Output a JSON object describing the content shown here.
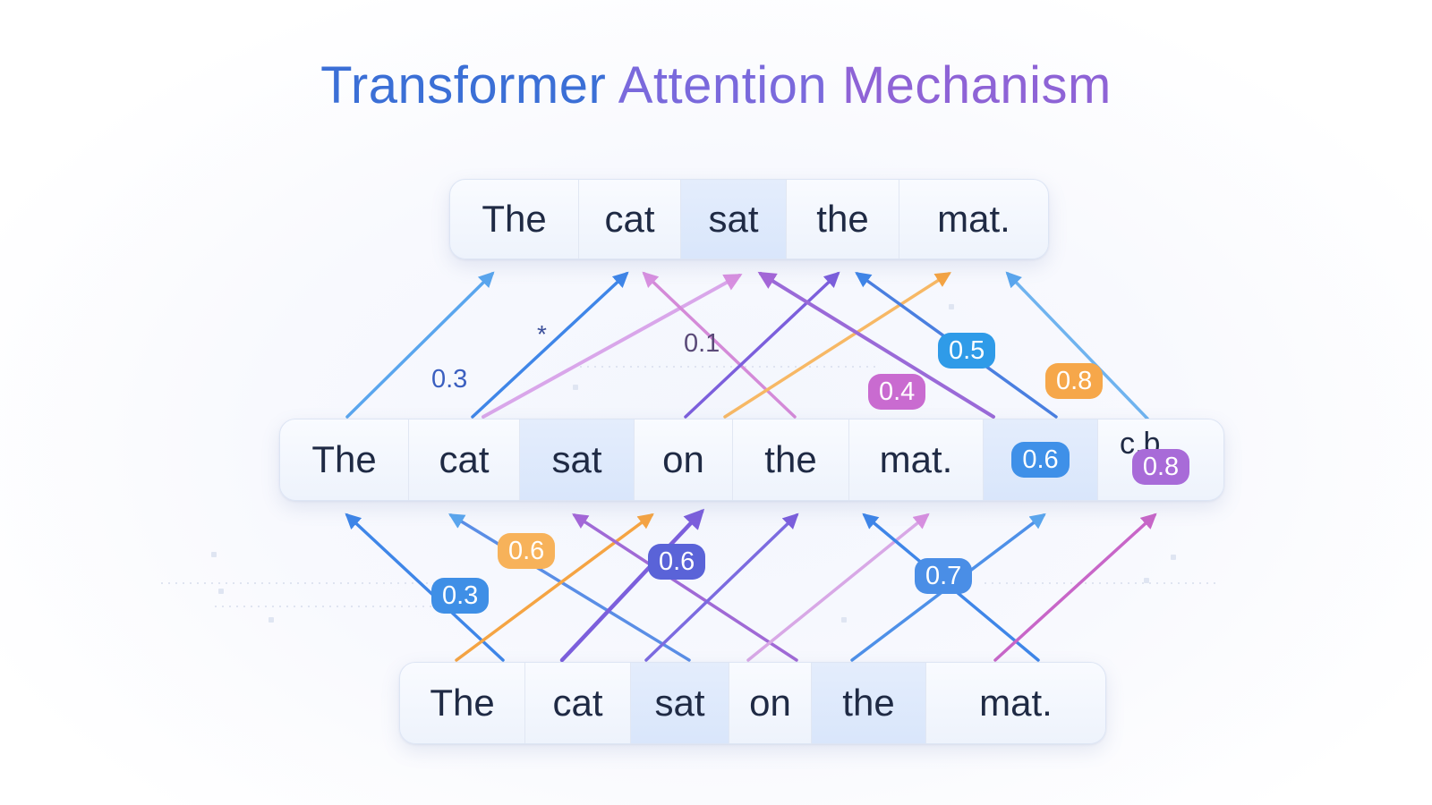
{
  "title": {
    "word1": "Transformer",
    "word2": "Attention",
    "word3": "Mechanism"
  },
  "rows": {
    "top": [
      "The",
      "cat",
      "sat",
      "the",
      "mat."
    ],
    "middle": [
      "The",
      "cat",
      "sat",
      "on",
      "the",
      "mat."
    ],
    "bottom": [
      "The",
      "cat",
      "sat",
      "on",
      "the",
      "mat."
    ]
  },
  "middle_badges": {
    "b1": "0.6",
    "b2": "0.8",
    "b2_overlap_text": "c.b"
  },
  "upper_weights": {
    "plain_left": "0.3",
    "plain_center": "0.1",
    "asterisk": "*",
    "badge_a": "0.5",
    "badge_b": "0.4",
    "badge_c": "0.8"
  },
  "lower_weights": {
    "badge_a": "0.6",
    "badge_b": "0.3",
    "badge_c": "0.6",
    "badge_d": "0.7"
  },
  "colors": {
    "blue": "#3f86e8",
    "light_blue": "#5aa6ee",
    "violet": "#7c5fdc",
    "purple": "#a567d8",
    "pink": "#d47fd6",
    "orange": "#f5a443",
    "magenta": "#c866c8"
  }
}
